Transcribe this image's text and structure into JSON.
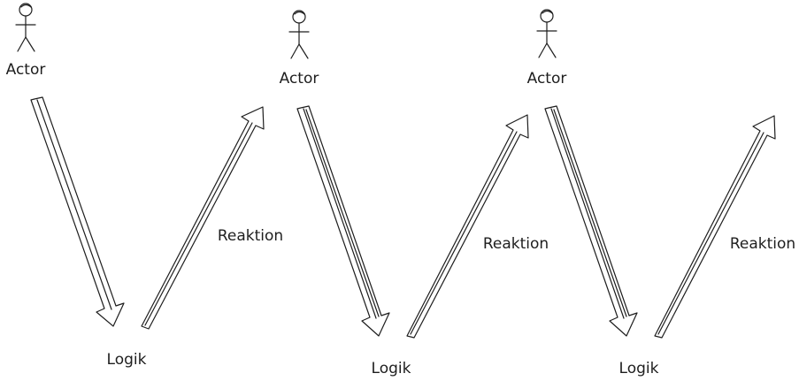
{
  "diagram": {
    "stages": [
      {
        "actor": "Actor",
        "logic": "Logik",
        "reaction": "Reaktion"
      },
      {
        "actor": "Actor",
        "logic": "Logik",
        "reaction": "Reaktion"
      },
      {
        "actor": "Actor",
        "logic": "Logik",
        "reaction": "Reaktion"
      }
    ]
  }
}
